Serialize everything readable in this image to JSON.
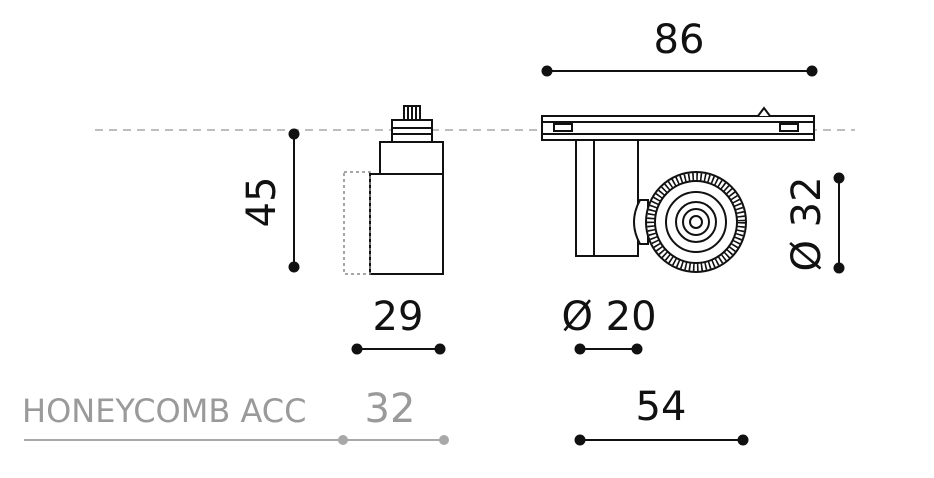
{
  "dimensions": {
    "width_top": "86",
    "height_side": "45",
    "diameter_head": "Ø 32",
    "width_body": "29",
    "diameter_cylinder": "Ø 20",
    "width_bottom": "54"
  },
  "accessory": {
    "label": "HONEYCOMB ACC",
    "value": "32"
  },
  "colors": {
    "line": "#111111",
    "reference_line": "#a8a8a8",
    "accessory_text": "#9a9a9a"
  }
}
